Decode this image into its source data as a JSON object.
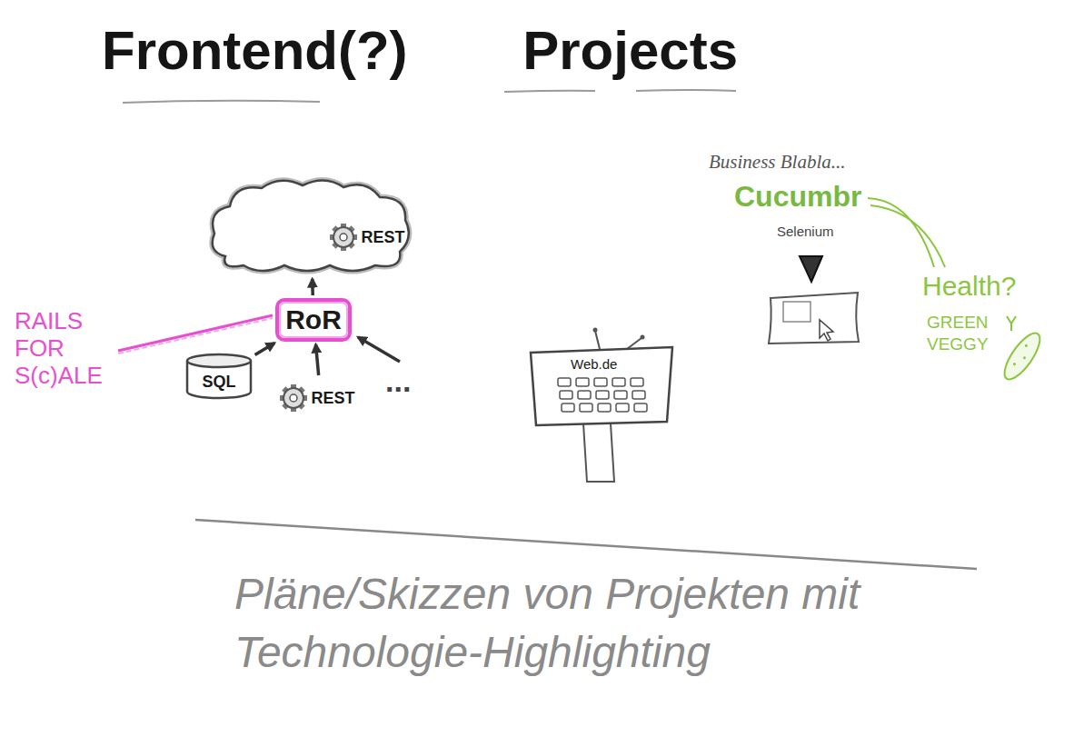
{
  "diagram": {
    "title": "Frontend(?) Projects",
    "caption": "Pläne/Skizzen von Projekten mit Technologie-Highlighting",
    "nodes": [
      {
        "text": []
      },
      {
        "text": [
          "REST"
        ],
        "in": 0
      },
      {
        "text": [
          "RoR"
        ]
      },
      {
        "text": [
          "SQL"
        ]
      },
      {
        "text": [
          "REST"
        ]
      },
      {
        "text": [
          "Web.de"
        ]
      }
    ],
    "edges": [
      {
        "from": 2,
        "to": 0,
        "arrow": "to"
      },
      {
        "from": 3,
        "to": 2,
        "arrow": "to"
      },
      {
        "from": 4,
        "to": 2,
        "arrow": "to"
      }
    ],
    "labels": [
      "RAILS FOR S(c)ALE",
      "...",
      "Business Blabla...",
      "Cucumbr",
      "Selenium",
      "Health?",
      "GREEN VEGGY"
    ]
  }
}
